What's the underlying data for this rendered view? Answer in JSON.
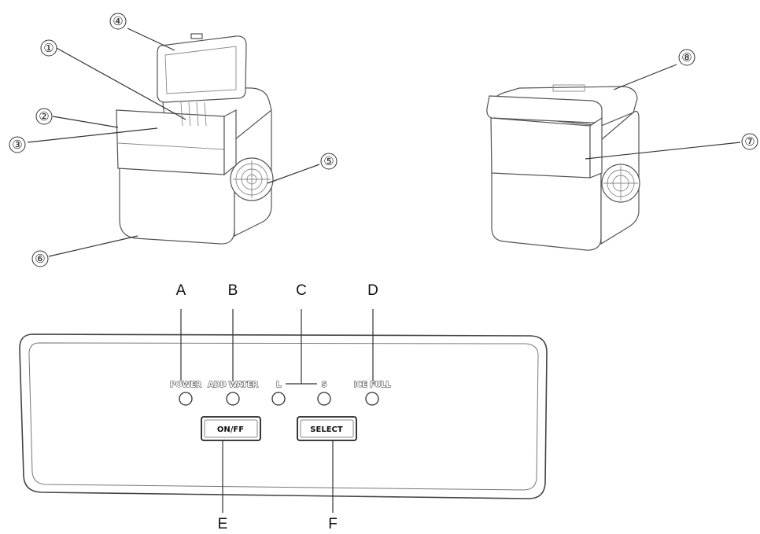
{
  "callouts": [
    "①",
    "②",
    "③",
    "④",
    "⑤",
    "⑥",
    "⑦",
    "⑧"
  ],
  "panel_letters": [
    "A",
    "B",
    "C",
    "D",
    "E",
    "F"
  ],
  "indicator_labels": {
    "power": "POWER",
    "add_water": "ADD WATER",
    "large": "L",
    "small": "S",
    "ice_full": "ICE FULL"
  },
  "buttons": {
    "on_off": "ON/FF",
    "select": "SELECT"
  }
}
